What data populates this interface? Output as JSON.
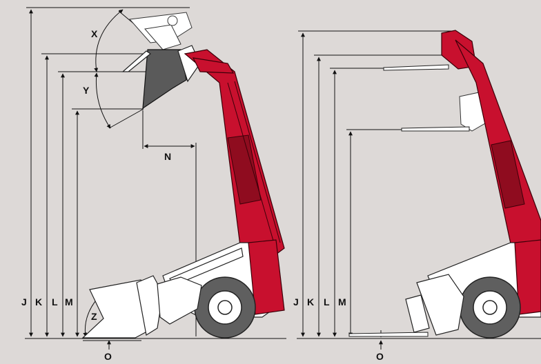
{
  "left_view": {
    "labels": {
      "j": "J",
      "k": "K",
      "l": "L",
      "m": "M",
      "n": "N",
      "o": "O",
      "x": "X",
      "y": "Y",
      "z": "Z"
    }
  },
  "right_view": {
    "labels": {
      "j": "J",
      "k": "K",
      "l": "L",
      "m": "M",
      "o": "O"
    }
  },
  "colors": {
    "background": "#ddd9d7",
    "machine_red": "#c8102e",
    "line": "#111111"
  }
}
